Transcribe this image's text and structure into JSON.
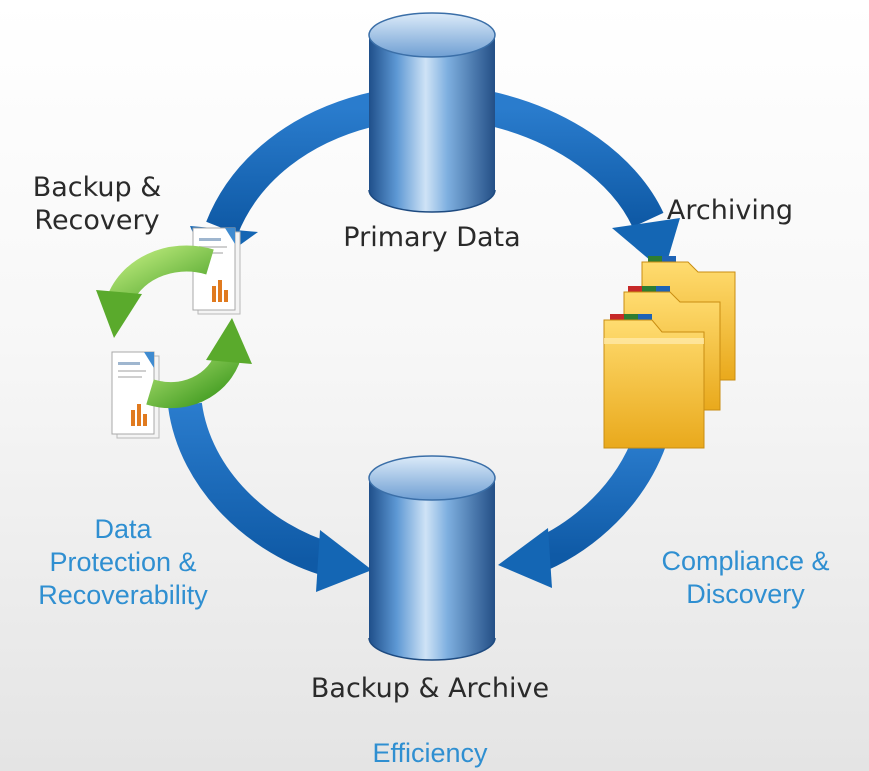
{
  "nodes": {
    "primary_data": "Primary Data",
    "backup_archive": "Backup & Archive"
  },
  "labels": {
    "backup_recovery": "Backup &\nRecovery",
    "archiving": "Archiving",
    "data_protection": "Data\nProtection &\nRecoverability",
    "compliance": "Compliance &\nDiscovery",
    "efficiency": "Efficiency"
  },
  "icons": {
    "top_node": "database-cylinder-icon",
    "bottom_node": "database-cylinder-icon",
    "left_process": "recycle-arrows-icon",
    "left_documents": "report-document-icon",
    "right_process": "folder-stack-icon"
  },
  "colors": {
    "arrow": "#1a6cb8",
    "label_blue": "#2f8fd1",
    "label_dark": "#2a2a2a",
    "cylinder": "#4a86c6",
    "folder": "#f2b62f",
    "recycle": "#6fbf3a"
  }
}
